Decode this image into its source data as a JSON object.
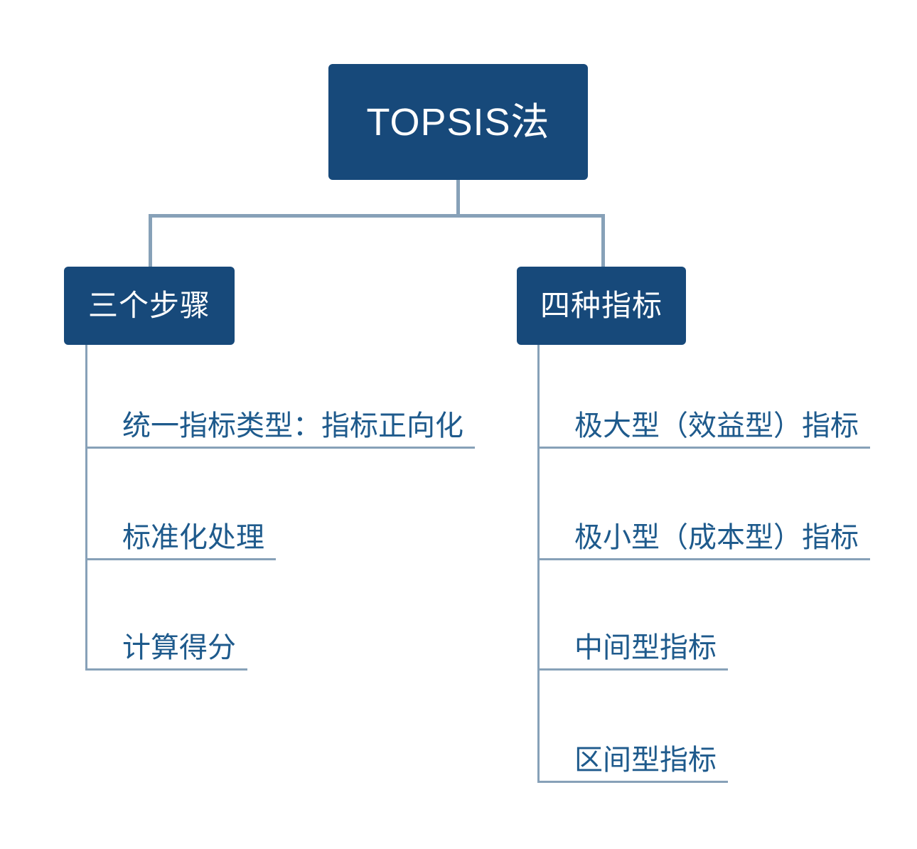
{
  "theme": {
    "node-fill": "#17497A",
    "node-text": "#FFFFFF",
    "leaf-text": "#1E5A8C",
    "line": "#87A1B8",
    "bg": "#FFFFFF"
  },
  "root": {
    "label": "TOPSIS法"
  },
  "branches": [
    {
      "label": "三个步骤",
      "children": [
        "统一指标类型：指标正向化",
        "标准化处理",
        "计算得分"
      ]
    },
    {
      "label": "四种指标",
      "children": [
        "极大型（效益型）指标",
        "极小型（成本型）指标",
        "中间型指标",
        "区间型指标"
      ]
    }
  ]
}
